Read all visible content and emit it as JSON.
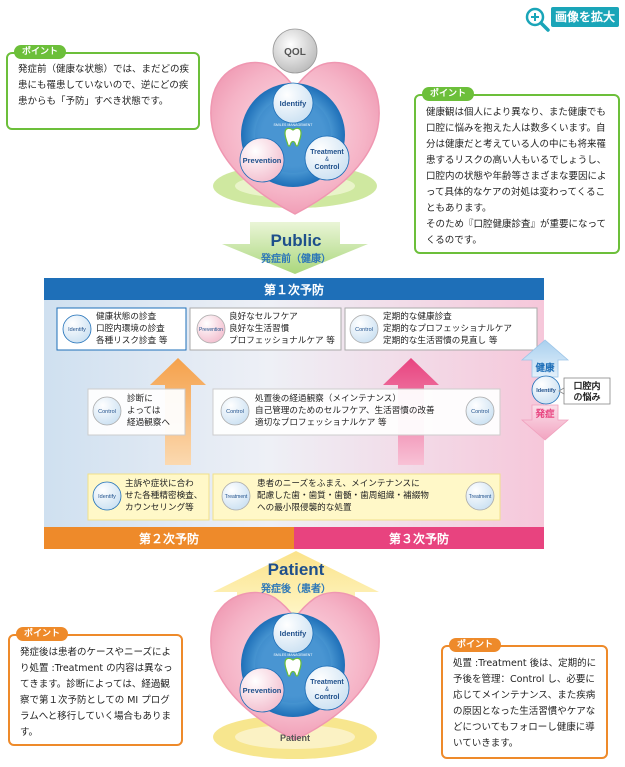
{
  "zoom_button": {
    "label": "画像を拡大",
    "icon": "magnifier-plus-icon"
  },
  "top_diagram": {
    "qol": "QOL",
    "identify": "Identify",
    "prevention": "Prevention",
    "treatment": "Treatment",
    "amp": "&",
    "control": "Control",
    "center_caption": "SMILES MANAGEMENT",
    "public_title": "Public",
    "public_sub": "発症前（健康）"
  },
  "note_top_left": {
    "tag": "ポイント",
    "text": "発症前（健康な状態）では、まだどの疾患にも罹患していないので、逆にどの疾患からも「予防」すべき状態です。"
  },
  "note_top_right": {
    "tag": "ポイント",
    "lines": [
      "健康観は個人により異なり、また健康でも口腔に悩みを抱えた人は数多くいます。自分は健康だと考えている人の中にも将来罹患するリスクの高い人もいるでしょうし、口腔内の状態や年齢等さまざまな要因によって具体的なケアの対処は変わってくることもあります。",
      "そのため『口腔健康診査』が重要になってくるのです。"
    ]
  },
  "prevention_box": {
    "primary": "第１次予防",
    "secondary": "第２次予防",
    "tertiary": "第３次予防",
    "row1": [
      {
        "icon": "Identify",
        "lines": [
          "健康状態の診査",
          "口腔内環境の診査",
          "各種リスク診査 等"
        ]
      },
      {
        "icon": "Prevention",
        "lines": [
          "良好なセルフケア",
          "良好な生活習慣",
          "プロフェッショナルケア 等"
        ]
      },
      {
        "icon": "Control",
        "lines": [
          "定期的な健康診査",
          "定期的なプロフェッショナルケア",
          "定期的な生活習慣の見直し 等"
        ]
      }
    ],
    "row2_left": {
      "icon": "Control",
      "lines": [
        "診断に",
        "よっては",
        "経過観察へ"
      ]
    },
    "row2_right": {
      "icon_left": "Control",
      "icon_right": "Control",
      "lines": [
        "処置後の経過観察（メインテナンス）",
        "自己管理のためのセルフケア、生活習慣の改善",
        "適切なプロフェッショナルケア 等"
      ]
    },
    "row3_left": {
      "icon": "Identify",
      "lines": [
        "主訴や症状に合わ",
        "せた各種精密検査、",
        "カウンセリング等"
      ]
    },
    "row3_right": {
      "icon_left": "Treatment",
      "icon_right": "Treatment",
      "lines": [
        "患者のニーズをふまえ、メインテナンスに",
        "配慮した歯・歯質・歯髄・歯周組織・補綴物",
        "への最小限侵襲的な処置"
      ]
    },
    "side": {
      "top": "健康",
      "center": "Identify",
      "bottom": "発症",
      "label": [
        "口腔内",
        "の悩み"
      ]
    }
  },
  "bottom_diagram": {
    "patient_title": "Patient",
    "patient_sub": "発症後（患者）",
    "identify": "Identify",
    "prevention": "Prevention",
    "treatment": "Treatment",
    "amp": "&",
    "control": "Control",
    "center_caption": "SMILES MANAGEMENT",
    "patient_bottom": "Patient"
  },
  "note_bottom_left": {
    "tag": "ポイント",
    "text": "発症後は患者のケースやニーズにより処置 :Treatment の内容は異なってきます。診断によっては、経過観察で第１次予防としての MI プログラムへと移行していく場合もあります。"
  },
  "note_bottom_right": {
    "tag": "ポイント",
    "text": "処置 :Treatment 後は、定期的に予後を管理：Control し、必要に応じてメインテナンス、また疾病の原因となった生活習慣やケアなどについてもフォローし健康に導いていきます。"
  },
  "colors": {
    "blue": "#1e6fb8",
    "orange": "#ee8a2a",
    "pink": "#e8437f",
    "green": "#6cbf3a",
    "teal": "#1aa5b8"
  }
}
